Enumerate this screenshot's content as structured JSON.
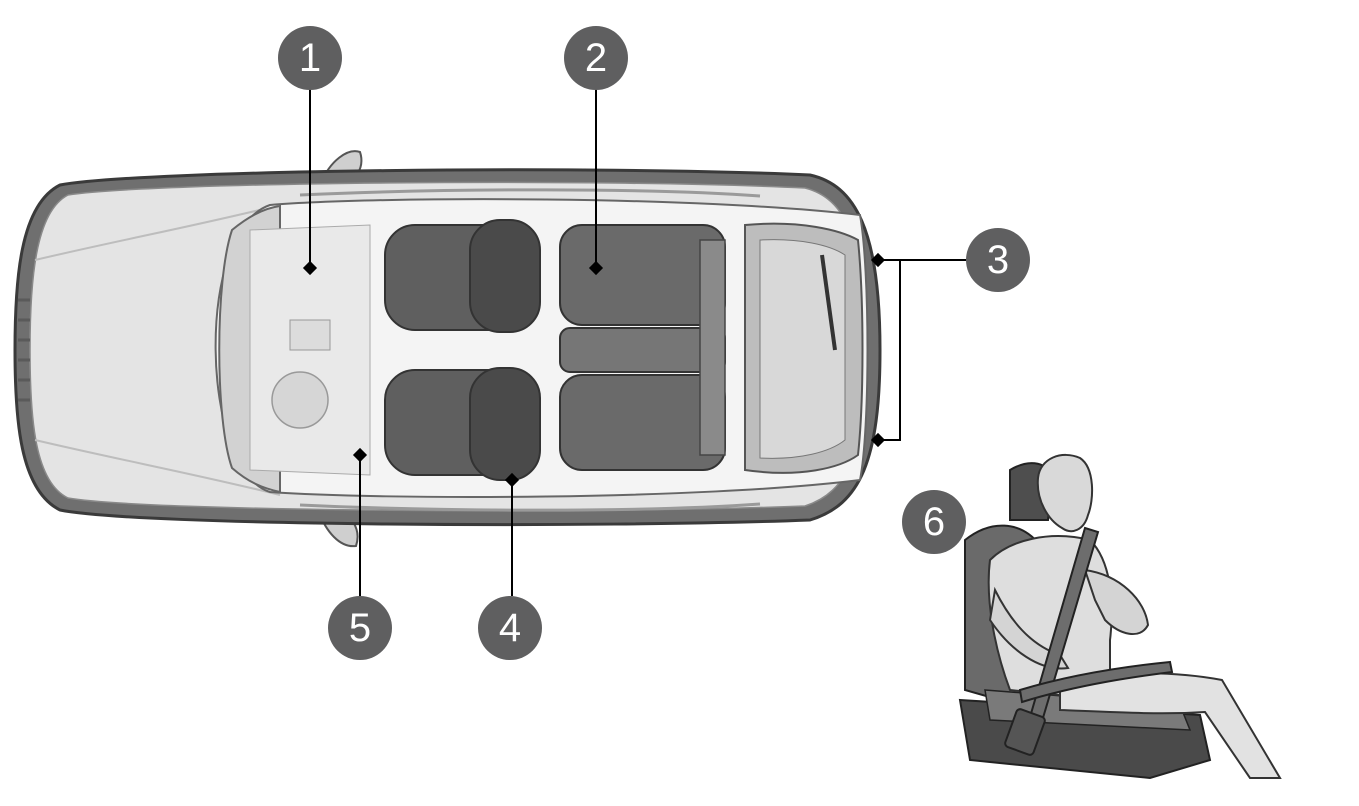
{
  "callouts": [
    {
      "id": "1",
      "label": "1"
    },
    {
      "id": "2",
      "label": "2"
    },
    {
      "id": "3",
      "label": "3"
    },
    {
      "id": "4",
      "label": "4"
    },
    {
      "id": "5",
      "label": "5"
    },
    {
      "id": "6",
      "label": "6"
    }
  ],
  "colors": {
    "badge": "#5f5f60",
    "badge_text": "#ffffff",
    "leader_line": "#000000",
    "car_body": "#e6e6e6",
    "car_outline": "#4a4a4a",
    "seat": "#6b6b6b",
    "figure_skin": "#d9d9d9"
  },
  "icons": [
    "car-top-view-illustration",
    "seated-passenger-with-seatbelt-illustration"
  ]
}
